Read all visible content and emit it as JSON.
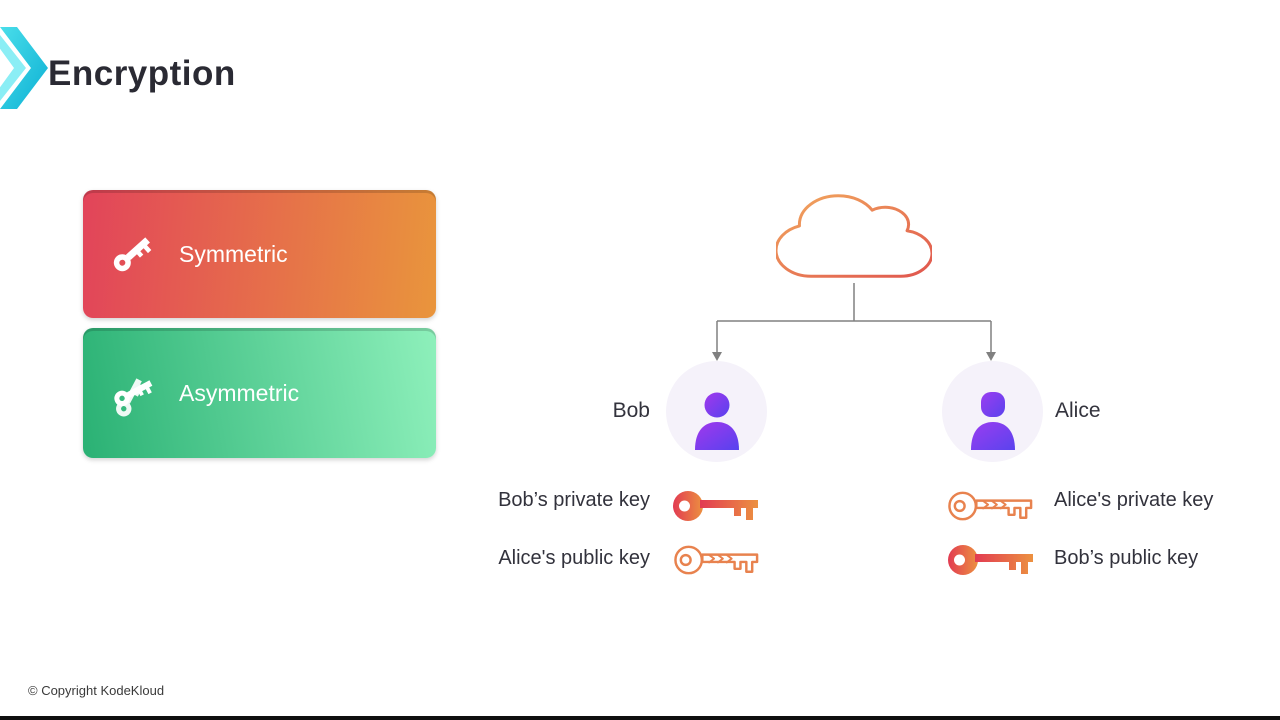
{
  "header": {
    "title": "Encryption"
  },
  "cards": {
    "symmetric": {
      "label": "Symmetric"
    },
    "asymmetric": {
      "label": "Asymmetric"
    }
  },
  "diagram": {
    "bob": {
      "name": "Bob"
    },
    "alice": {
      "name": "Alice"
    },
    "bob_keys": [
      {
        "label": "Bob’s private key",
        "style": "solid"
      },
      {
        "label": "Alice's public key",
        "style": "outline"
      }
    ],
    "alice_keys": [
      {
        "label": "Alice's private key",
        "style": "outline"
      },
      {
        "label": "Bob’s public key",
        "style": "solid"
      }
    ]
  },
  "footer": {
    "copyright": "© Copyright KodeKloud"
  },
  "colors": {
    "logo_teal": "#2bd0e0",
    "card_red": "#e2445a",
    "card_orange": "#e9953c",
    "card_green": "#2ab174",
    "card_green_light": "#8ef0bb",
    "key_orange": "#e8824e",
    "avatar_purple": "#9333ea",
    "avatar_indigo": "#5742ef",
    "connector_gray": "#808080"
  }
}
